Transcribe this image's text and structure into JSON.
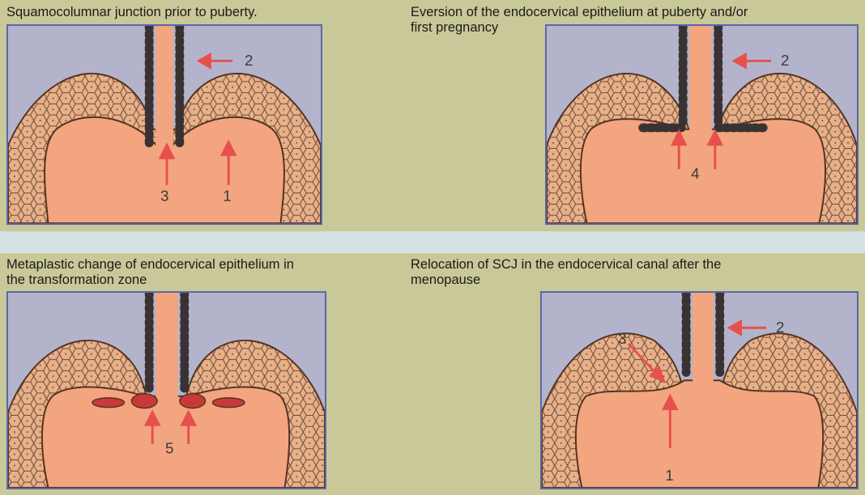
{
  "panels": [
    {
      "caption": "Squamocolumnar junction prior to puberty.",
      "labels": [
        "2",
        "3",
        "1"
      ]
    },
    {
      "caption_lines": [
        "Eversion of the endocervical epithelium at puberty and/or",
        "first pregnancy"
      ],
      "labels": [
        "2",
        "4"
      ]
    },
    {
      "caption_lines": [
        "Metaplastic change of endocervical epithelium in",
        "the transformation zone"
      ],
      "labels": [
        "5"
      ]
    },
    {
      "caption_lines": [
        "Relocation of SCJ in the endocervical canal after the",
        "menopause"
      ],
      "labels": [
        "2",
        "3",
        "1"
      ]
    }
  ],
  "colors": {
    "background": "#c9c898",
    "divider": "#d5e2e4",
    "panel_border": "#5a67a8",
    "panel_background": "#b3b4cc",
    "stroma": "#f2a57e",
    "squamous_epithelium": "#e8b088",
    "columnar_epithelium": "#3a3232",
    "metaplasia": "#c83a3a",
    "arrow": "#e8504d"
  }
}
